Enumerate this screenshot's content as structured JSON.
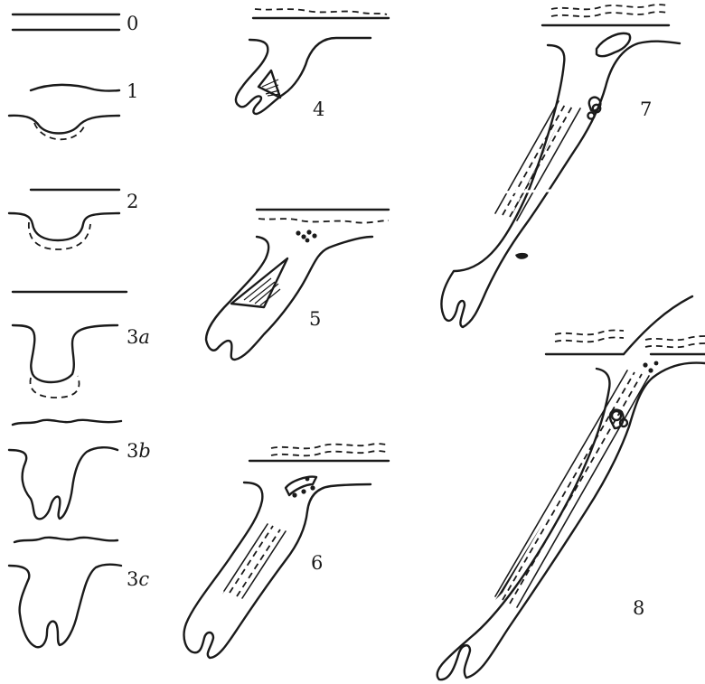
{
  "stage_labels": {
    "s0": "0",
    "s1": "1",
    "s2": "2",
    "s3a_num": "3",
    "s3a_suffix": "a",
    "s3b_num": "3",
    "s3b_suffix": "b",
    "s3c_num": "3",
    "s3c_suffix": "c",
    "s4": "4",
    "s5": "5",
    "s6": "6",
    "s7": "7",
    "s8": "8"
  }
}
